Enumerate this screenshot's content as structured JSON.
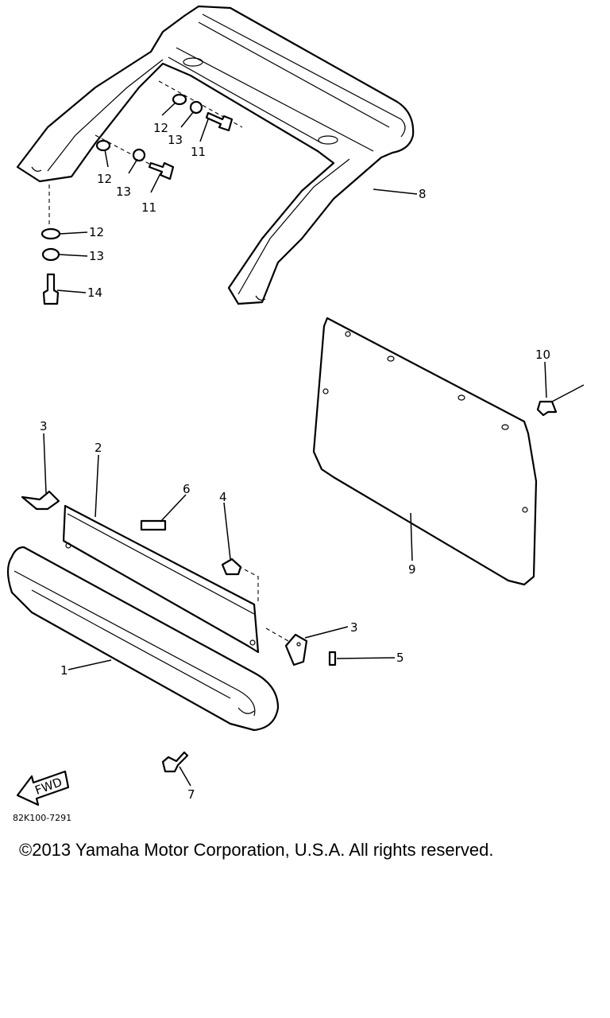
{
  "diagram": {
    "callouts": {
      "c1": "1",
      "c2": "2",
      "c3a": "3",
      "c3b": "3",
      "c4": "4",
      "c5": "5",
      "c6": "6",
      "c7": "7",
      "c8": "8",
      "c9": "9",
      "c10": "10",
      "c11a": "11",
      "c11b": "11",
      "c12a": "12",
      "c12b": "12",
      "c12c": "12",
      "c13a": "13",
      "c13b": "13",
      "c13c": "13",
      "c14": "14"
    },
    "fwd_label": "FWD",
    "drawing_code": "82K100-7291"
  },
  "footer": {
    "copyright": "©2013 Yamaha Motor Corporation, U.S.A. All rights reserved."
  }
}
